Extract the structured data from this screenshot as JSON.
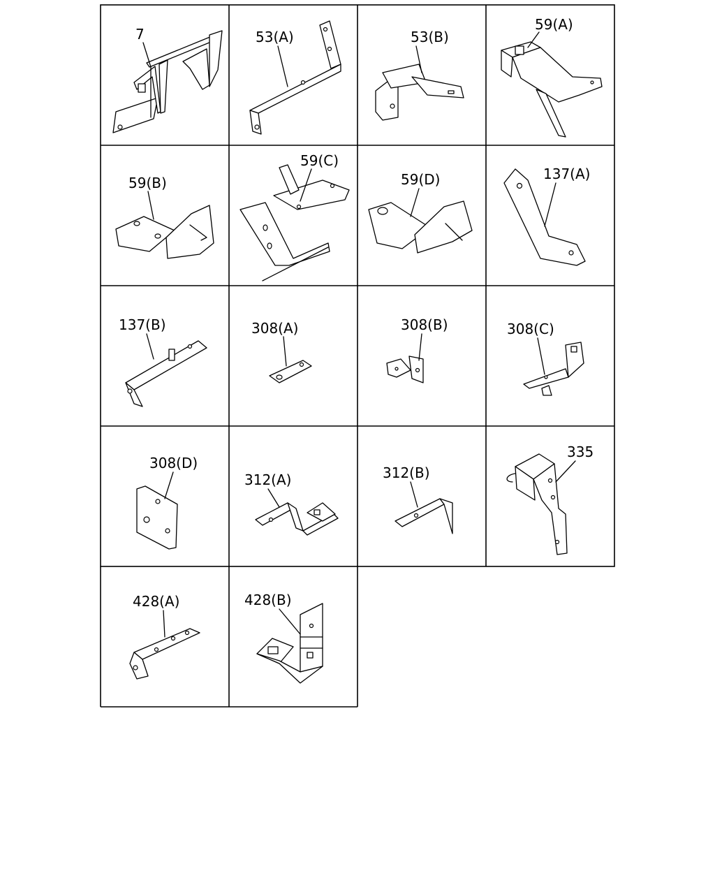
{
  "labels": {
    "p7": "7",
    "p53a": "53(A)",
    "p53b": "53(B)",
    "p59a": "59(A)",
    "p59b": "59(B)",
    "p59c": "59(C)",
    "p59d": "59(D)",
    "p137a": "137(A)",
    "p137b": "137(B)",
    "p308a": "308(A)",
    "p308b": "308(B)",
    "p308c": "308(C)",
    "p308d": "308(D)",
    "p312a": "312(A)",
    "p312b": "312(B)",
    "p335": "335",
    "p428a": "428(A)",
    "p428b": "428(B)"
  }
}
